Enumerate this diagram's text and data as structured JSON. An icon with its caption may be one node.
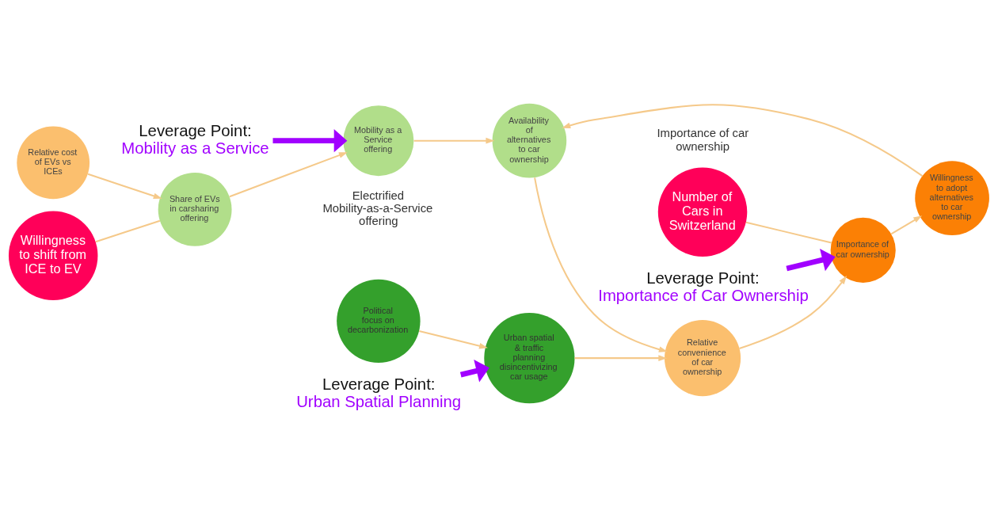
{
  "diagram": {
    "nodes": [
      {
        "text": [
          "Relative cost of EVs vs ICEs"
        ]
      },
      {
        "text": [
          "Share of EVs in carsharing offering"
        ]
      },
      {
        "text": [
          "Mobility as a Service offering"
        ]
      },
      {
        "text": [
          "Availability of alternatives to car ownership"
        ]
      },
      {
        "text": [
          "Relative convenience of car ownership"
        ]
      },
      {
        "text": [
          "Political focus on decarbonization"
        ]
      },
      {
        "text": [
          "Urban spatial & traffic planning disincentivizing car usage"
        ]
      },
      {
        "text": [
          "Willingness to shift from ICE to EV"
        ]
      },
      {
        "text": [
          "Importance of car ownership"
        ]
      },
      {
        "text": [
          "Willingness to adopt alternatives to car ownership"
        ]
      },
      {
        "text": [
          "Number of Cars in Switzerland"
        ]
      },
      {
        "text": [
          "Leverage Point:",
          "Mobility as a Service"
        ]
      },
      {
        "text": [
          "Leverage Point:",
          "Urban Spatial Planning"
        ]
      },
      {
        "text": [
          "Leverage Point:",
          "Importance of Car Ownership"
        ]
      }
    ],
    "edges": [
      {
        "from": 0,
        "to": 1,
        "arrow": "to"
      },
      {
        "from": 1,
        "to": 2,
        "arrow": "to"
      },
      {
        "from": 2,
        "to": 3,
        "arrow": "to"
      },
      {
        "from": 3,
        "to": 4,
        "arrow": "to"
      },
      {
        "from": 5,
        "to": 6,
        "arrow": "to"
      },
      {
        "from": 6,
        "to": 4,
        "arrow": "to"
      },
      {
        "from": 4,
        "to": 8,
        "arrow": "to"
      },
      {
        "from": 8,
        "to": 9,
        "arrow": "to"
      },
      {
        "from": 9,
        "to": 3,
        "arrow": "to"
      },
      {
        "from": 7,
        "to": 1,
        "arrow": "none"
      },
      {
        "from": 10,
        "to": 8,
        "arrow": "none"
      },
      {
        "from": 11,
        "to": 2,
        "arrow": "to",
        "style": "thick",
        "color": "#a100ff"
      },
      {
        "from": 12,
        "to": 6,
        "arrow": "to",
        "style": "thick",
        "color": "#a100ff"
      },
      {
        "from": 13,
        "to": 8,
        "arrow": "to",
        "style": "thick",
        "color": "#a100ff"
      }
    ],
    "labels": [
      "Electrified Mobility-as-a-Service offering",
      "Importance of car ownership"
    ]
  }
}
